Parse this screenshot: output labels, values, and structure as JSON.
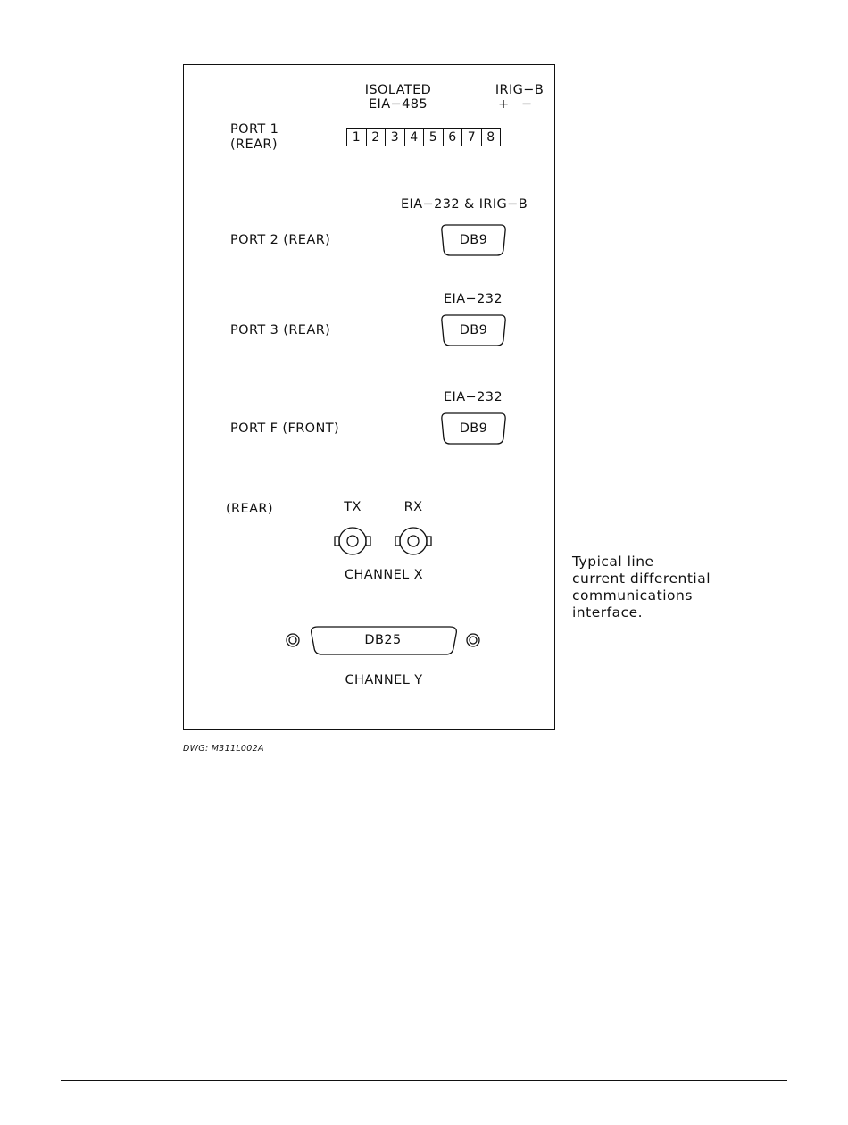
{
  "port1": {
    "isolated": "ISOLATED",
    "eia485": "EIA−485",
    "irigb": "IRIG−B",
    "plus": "+",
    "minus": "−",
    "label_line1": "PORT  1",
    "label_line2": "(REAR)",
    "terminals": [
      "1",
      "2",
      "3",
      "4",
      "5",
      "6",
      "7",
      "8"
    ]
  },
  "port2": {
    "label": "PORT  2  (REAR)",
    "spec": "EIA−232  &  IRIG−B",
    "connector": "DB9"
  },
  "port3": {
    "label": "PORT  3  (REAR)",
    "spec": "EIA−232",
    "connector": "DB9"
  },
  "portf": {
    "label": "PORT  F  (FRONT)",
    "spec": "EIA−232",
    "connector": "DB9"
  },
  "channel_x": {
    "rear": "(REAR)",
    "tx": "TX",
    "rx": "RX",
    "label": "CHANNEL  X"
  },
  "channel_y": {
    "connector": "DB25",
    "label": "CHANNEL  Y"
  },
  "caption": [
    "Typical  line",
    "current  differential",
    "communications",
    "interface."
  ],
  "drawing_id": "DWG:  M311L002A"
}
